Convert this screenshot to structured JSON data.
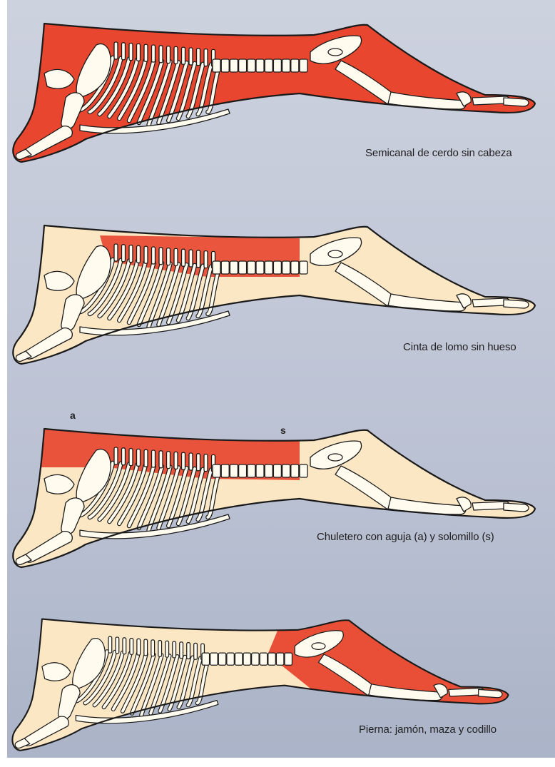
{
  "colors": {
    "meat_red": "#e8462f",
    "meat_red_dark": "#c73421",
    "pale_body": "#fbe7c4",
    "bone": "#fffbee",
    "outline": "#1a1a1a",
    "background": "#c3c9d8"
  },
  "panels": [
    {
      "caption": "Semicanal de cerdo sin cabeza",
      "highlight": "whole carcass"
    },
    {
      "caption": "Cinta de lomo sin hueso",
      "highlight": "loin strip"
    },
    {
      "caption": "Chuletero con aguja (a) y solomillo (s)",
      "highlight": "chop rack",
      "markers": [
        "a",
        "s"
      ]
    },
    {
      "caption": "Pierna: jamón, maza y codillo",
      "highlight": "leg"
    }
  ]
}
